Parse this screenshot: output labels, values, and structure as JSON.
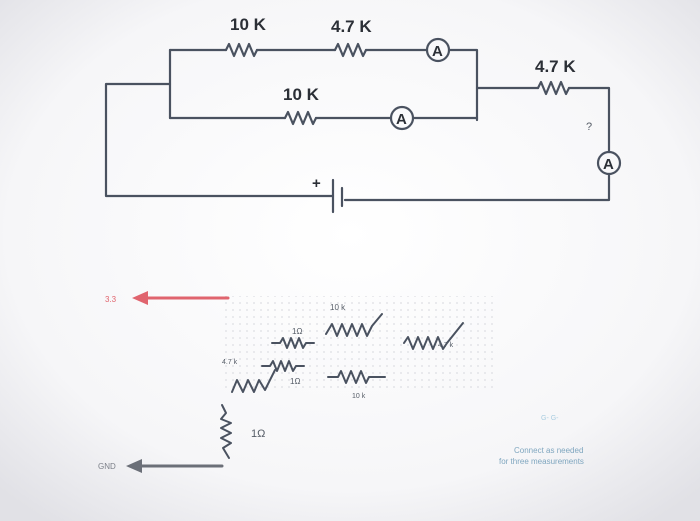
{
  "schematic": {
    "resistors": [
      {
        "id": "r1",
        "label": "10 K"
      },
      {
        "id": "r2",
        "label": "4.7 K"
      },
      {
        "id": "r3",
        "label": "10 K"
      },
      {
        "id": "r4",
        "label": "4.7 K"
      }
    ],
    "ammeter_label": "A",
    "battery_polarity": "+",
    "stray_mark": "?"
  },
  "breadboard": {
    "supply_label": "3.3",
    "ground_label": "GND",
    "parts": {
      "r10k_top": "10 k",
      "r1_top": "1Ω",
      "r1_mid": "1Ω",
      "r10k_bottom": "10 k",
      "r47k_right": "4.7 k",
      "r47k_left": "4.7 k",
      "r1_bottom": "1Ω"
    },
    "legend_symbol": "G- G-",
    "note_line1": "Connect as needed",
    "note_line2": "for three measurements"
  },
  "colors": {
    "wire": "#4a5260",
    "supply_arrow": "#e0646e",
    "ground_arrow": "#6b6f78",
    "note_text": "#7fa6bf",
    "legend_text": "#a9cde0"
  }
}
